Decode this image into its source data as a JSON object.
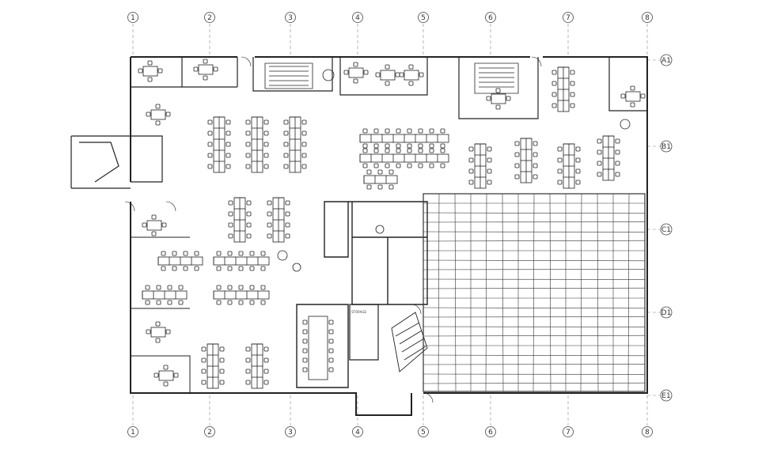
{
  "grid": {
    "columns": [
      "1",
      "2",
      "3",
      "4",
      "5",
      "6",
      "7",
      "8"
    ],
    "rows": [
      "A1",
      "B1",
      "C1",
      "D1",
      "E1"
    ]
  },
  "room_labels": [
    "STORAGE"
  ],
  "colors": {
    "ink": "#222222",
    "grid": "#888888",
    "paper": "#ffffff"
  }
}
